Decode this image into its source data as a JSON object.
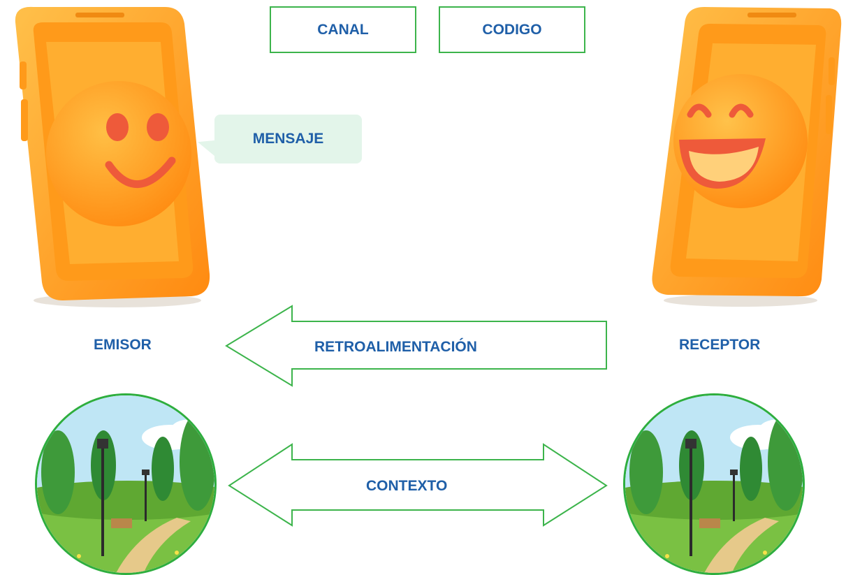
{
  "boxes": {
    "canal": "CANAL",
    "codigo": "CODIGO"
  },
  "bubble": {
    "mensaje": "MENSAJE"
  },
  "labels": {
    "emisor": "EMISOR",
    "receptor": "RECEPTOR"
  },
  "arrows": {
    "retroalimentacion": "RETROALIMENTACIÓN",
    "contexto": "CONTEXTO"
  },
  "colors": {
    "text": "#1f5fa8",
    "arrow_stroke": "#3cb44b",
    "bubble_bg": "#e3f5ea",
    "phone_orange": "#ff9f1c",
    "face_red": "#ee5a3a"
  },
  "icons": {
    "emisor_phone": "smiling-face-phone-icon",
    "receptor_phone": "laughing-face-phone-icon",
    "contexto_image": "park-scene-icon"
  }
}
